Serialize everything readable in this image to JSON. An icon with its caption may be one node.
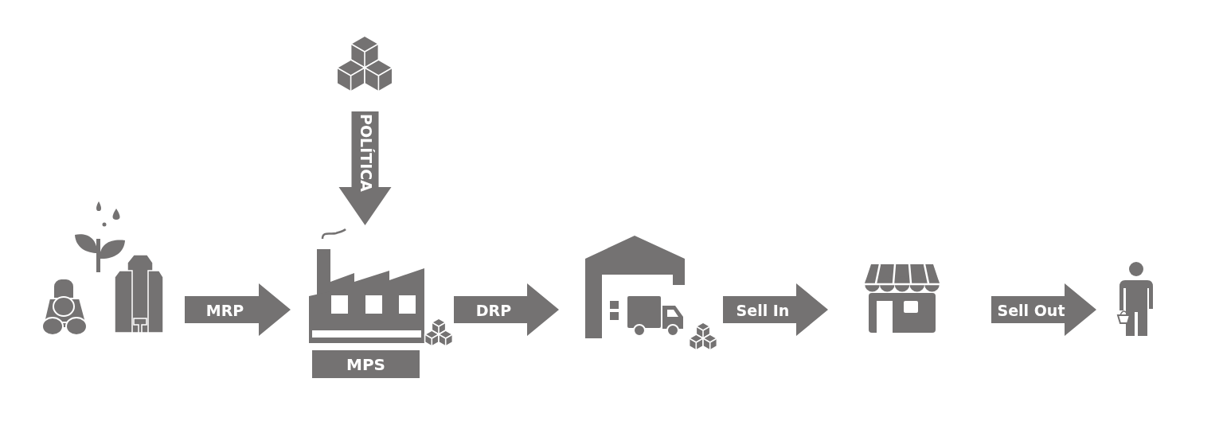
{
  "diagram": {
    "nodes": [
      {
        "text": [],
        "shape": "picture"
      },
      {
        "text": [],
        "shape": "picture"
      },
      {
        "text": [],
        "shape": "picture"
      },
      {
        "text": [
          "MPS"
        ]
      },
      {
        "text": [],
        "shape": "picture"
      },
      {
        "text": [],
        "shape": "picture"
      },
      {
        "text": [],
        "shape": "person"
      }
    ],
    "edges": [
      {
        "from": 0,
        "to": 2,
        "arrow": "to",
        "label": "MRP"
      },
      {
        "from": 1,
        "to": 2,
        "arrow": "to",
        "label": "POLÍTICA"
      },
      {
        "from": 2,
        "to": 4,
        "arrow": "to",
        "label": "DRP"
      },
      {
        "from": 4,
        "to": 5,
        "arrow": "to",
        "label": "Sell In"
      },
      {
        "from": 5,
        "to": 6,
        "arrow": "to",
        "label": "Sell Out"
      }
    ]
  }
}
